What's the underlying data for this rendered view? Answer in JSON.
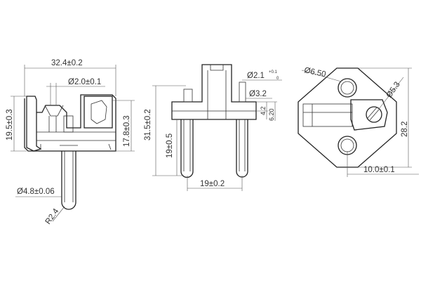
{
  "views": {
    "side": {
      "width": "32.4±0.2",
      "hole_dia": "Ø2.0±0.1",
      "height_left": "19.5±0.3",
      "height_right": "17.8±0.3",
      "pin_dia": "Ø4.8±0.06",
      "pin_radius": "R2.4"
    },
    "front": {
      "total_height": "31.5±0.2",
      "pin_length": "19±0.5",
      "pin_spacing": "19±0.2",
      "tip_dia": "Ø2.1",
      "tip_tol_upper": "+0.1",
      "tip_tol_lower": "0",
      "shoulder_dia": "Ø3.2",
      "step_1": "4.2",
      "step_2": "6.20"
    },
    "top": {
      "hole_dia": "Ø6.50",
      "screw_dia": "Ø5.3",
      "height": "28.2",
      "offset": "10.0±0.1"
    }
  }
}
